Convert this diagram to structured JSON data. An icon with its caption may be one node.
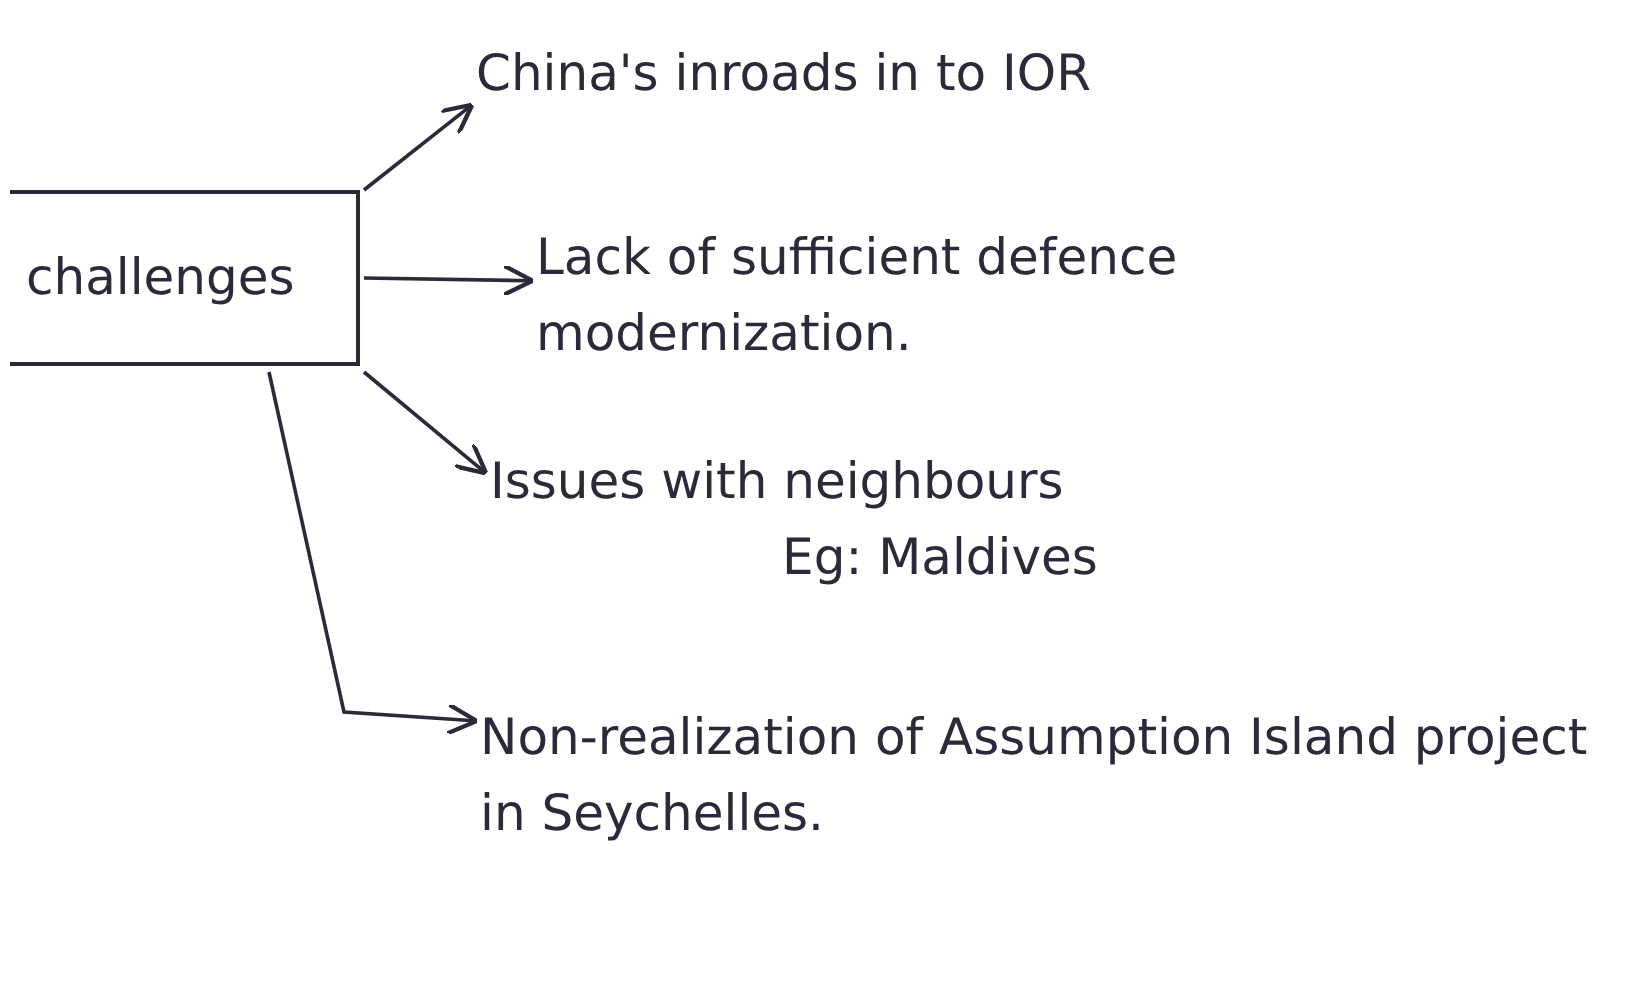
{
  "diagram": {
    "nodes": [
      {
        "text": [
          "challenges"
        ]
      },
      {
        "text": [
          "China's inroads in to IOR"
        ]
      },
      {
        "text": [
          "Lack of sufficient defence modernization."
        ]
      },
      {
        "text": [
          "Issues with neighbours",
          "Eg: Maldives"
        ]
      },
      {
        "text": [
          "Non-realization of Assumption Island project in Seychelles."
        ]
      }
    ],
    "edges": [
      {
        "from": 0,
        "to": 1,
        "arrow": "to"
      },
      {
        "from": 0,
        "to": 2,
        "arrow": "to"
      },
      {
        "from": 0,
        "to": 3,
        "arrow": "to"
      },
      {
        "from": 0,
        "to": 4,
        "arrow": "to"
      }
    ]
  }
}
